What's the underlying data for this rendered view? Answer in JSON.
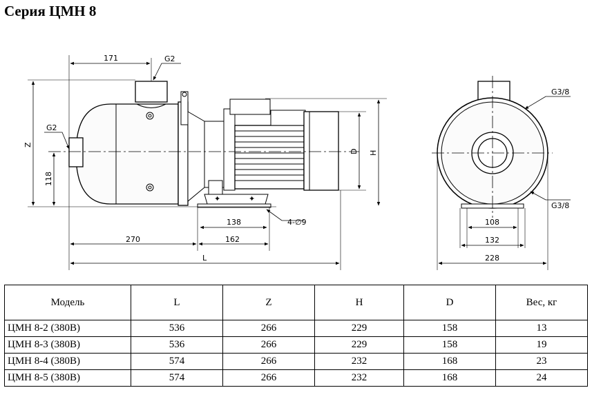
{
  "title": "Серия ЦМН 8",
  "dimensions": {
    "d171": "171",
    "g2_top": "G2",
    "g2_side": "G2",
    "z": "Z",
    "d118": "118",
    "d": "D",
    "h": "H",
    "d138": "138",
    "holes": "4-∅9",
    "d270": "270",
    "d162": "162",
    "l": "L",
    "g38_top": "G3/8",
    "g38_bottom": "G3/8",
    "d108": "108",
    "d132": "132",
    "d228": "228"
  },
  "table": {
    "headers": [
      "Модель",
      "L",
      "Z",
      "H",
      "D",
      "Вес, кг"
    ],
    "rows": [
      [
        "ЦМН 8-2 (380В)",
        "536",
        "266",
        "229",
        "158",
        "13"
      ],
      [
        "ЦМН 8-3 (380В)",
        "536",
        "266",
        "229",
        "158",
        "19"
      ],
      [
        "ЦМН 8-4 (380В)",
        "574",
        "266",
        "232",
        "168",
        "23"
      ],
      [
        "ЦМН 8-5 (380В)",
        "574",
        "266",
        "232",
        "168",
        "24"
      ]
    ]
  }
}
